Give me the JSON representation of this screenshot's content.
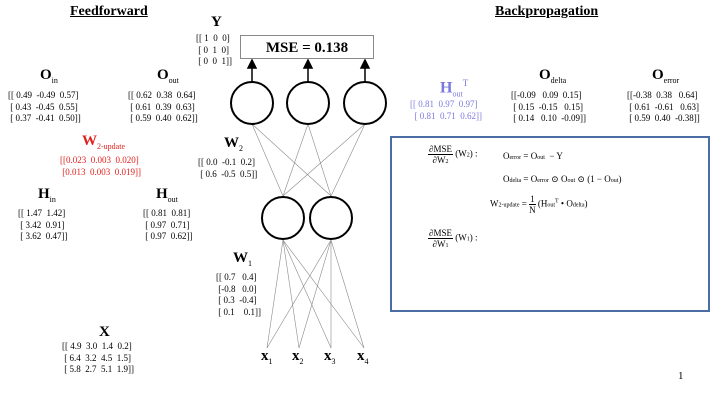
{
  "headers": {
    "feedforward": "Feedforward",
    "backprop": "Backpropagation"
  },
  "y": {
    "label": "Y",
    "rows": [
      "[[ 1  0  0]",
      " [ 0  1  0]",
      " [ 0  0  1]]"
    ]
  },
  "mse": "MSE = 0.138",
  "o_in": {
    "label": "O",
    "sub": "in",
    "rows": [
      "[[ 0.49  -0.49  0.57]",
      " [ 0.43  -0.45  0.55]",
      " [ 0.37  -0.41  0.50]]"
    ]
  },
  "o_out": {
    "label": "O",
    "sub": "out",
    "rows": [
      "[[ 0.62  0.38  0.64]",
      " [ 0.61  0.39  0.63]",
      " [ 0.59  0.40  0.62]]"
    ]
  },
  "w2_update": {
    "label": "W",
    "sub": "2-update",
    "rows": [
      "[[0.023  0.003  0.020]",
      " [0.013  0.003  0.019]]"
    ],
    "color": "#e0201c"
  },
  "w2": {
    "label": "W",
    "sub": "2",
    "rows": [
      "[[ 0.0  -0.1  0.2]",
      " [ 0.6  -0.5  0.5]]"
    ]
  },
  "h_in": {
    "label": "H",
    "sub": "in",
    "rows": [
      "[[ 1.47  1.42]",
      " [ 3.42  0.91]",
      " [ 3.62  0.47]]"
    ]
  },
  "h_out": {
    "label": "H",
    "sub": "out",
    "rows": [
      "[[ 0.81  0.81]",
      " [ 0.97  0.71]",
      " [ 0.97  0.62]]"
    ]
  },
  "w1": {
    "label": "W",
    "sub": "1",
    "rows": [
      "[[ 0.7   0.4]",
      " [-0.8   0.0]",
      " [ 0.3  -0.4]",
      " [ 0.1    0.1]]"
    ]
  },
  "x": {
    "label": "X",
    "rows": [
      "[[ 4.9  3.0  1.4  0.2]",
      " [ 6.4  3.2  4.5  1.5]",
      " [ 5.8  2.7  5.1  1.9]]"
    ]
  },
  "inputs": [
    "x",
    "x",
    "x",
    "x"
  ],
  "input_subs": [
    "1",
    "2",
    "3",
    "4"
  ],
  "h_out_t": {
    "label": "H",
    "sub": "out",
    "sup": "T",
    "rows": [
      "[[ 0.81  0.97  0.97]",
      "  [ 0.81  0.71  0.62]]"
    ],
    "color": "#7b78e0"
  },
  "o_delta": {
    "label": "O",
    "sub": "delta",
    "rows": [
      "[[-0.09   0.09  0.15]",
      " [ 0.15  -0.15   0.15]",
      " [ 0.14   0.10  -0.09]]"
    ]
  },
  "o_error": {
    "label": "O",
    "sub": "error",
    "rows": [
      "[[-0.38  0.38   0.64]",
      " [ 0.61  -0.61   0.63]",
      " [ 0.59  0.40  -0.38]]"
    ]
  },
  "equations": {
    "dmse_num": "∂MSE",
    "dmse_den_w2": "∂W",
    "w2_arg": "(W",
    "w1_arg": "(W",
    "o_error_eq": "= O",
    "o_error_minus": "−  Y",
    "o_delta_eq": "= O",
    "odot": "⊙",
    "one_minus": "(1 − O",
    "w2u_eq": "=",
    "frac_num": "1",
    "frac_den": "N",
    "h_paren": "(H",
    "dot": "•",
    "o_delta_term": "O"
  },
  "page_number": "1"
}
